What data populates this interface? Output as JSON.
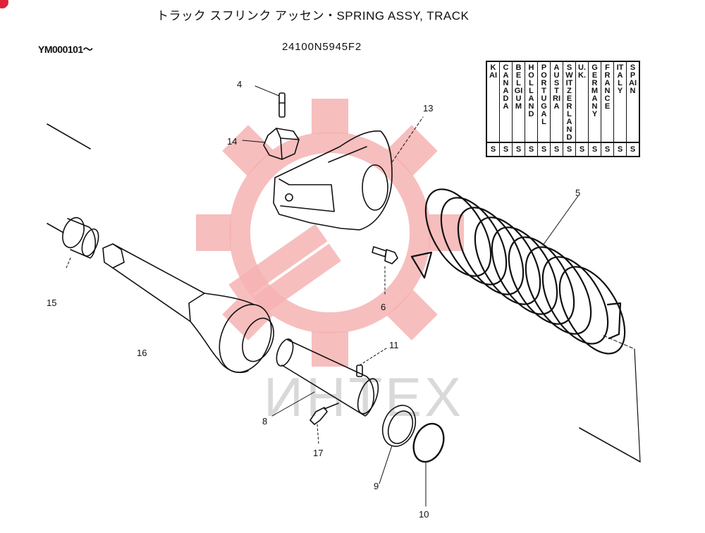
{
  "header": {
    "title": "トラック スフリンク アッセン・SPRING ASSY, TRACK",
    "serial_range": "YM000101〜",
    "part_number": "24100N5945F2"
  },
  "countries": [
    {
      "name": "KAI",
      "code": "S"
    },
    {
      "name": "CANADA",
      "code": "S"
    },
    {
      "name": "BELGIUM",
      "code": "S"
    },
    {
      "name": "HOLLAND",
      "code": "S"
    },
    {
      "name": "PORTUGAL",
      "code": "S"
    },
    {
      "name": "AUSTRIA",
      "code": "S"
    },
    {
      "name": "SWITZERLAND",
      "code": "S"
    },
    {
      "name": "U.K.",
      "code": "S"
    },
    {
      "name": "GERMANY",
      "code": "S"
    },
    {
      "name": "FRANCE",
      "code": "S"
    },
    {
      "name": "ITALY",
      "code": "S"
    },
    {
      "name": "SPAIN",
      "code": "S"
    }
  ],
  "callouts": {
    "c4": "4",
    "c13": "13",
    "c14": "14",
    "c5": "5",
    "c6": "6",
    "c15": "15",
    "c16": "16",
    "c11": "11",
    "c8": "8",
    "c17": "17",
    "c9": "9",
    "c10": "10"
  },
  "watermark": {
    "text": "ИНТЕХ",
    "color": "#f4a9a9"
  },
  "colors": {
    "line": "#111111",
    "watermark_gear": "#f6b3b3",
    "watermark_text": "#d9d9d9"
  }
}
